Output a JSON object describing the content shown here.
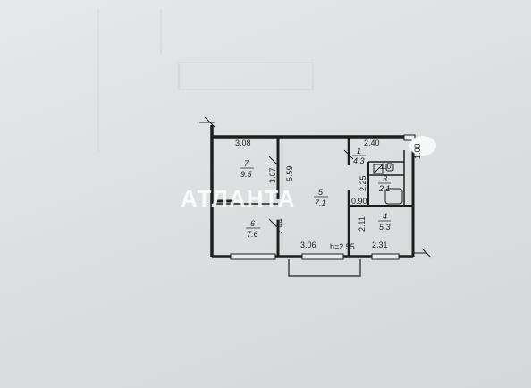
{
  "plan": {
    "watermark": "АТЛАНТА",
    "ceiling_height": "h=2.55",
    "dimensions": {
      "top_left_width": "3.08",
      "top_right_width": "2.40",
      "bottom_left_width": "3.06",
      "bottom_right_width": "2.31",
      "left_room_depth": "3.07",
      "hall_depth": "5.59",
      "lower_left_depth": "2.44",
      "bath_depth": "2.25",
      "corridor_width": "0.90",
      "service_depth": "2.11",
      "right_edge": "1.00"
    },
    "rooms": [
      {
        "number": "7",
        "area": "9.5"
      },
      {
        "number": "5",
        "area": "7.1"
      },
      {
        "number": "6",
        "area": "7.6"
      },
      {
        "number": "1",
        "area": "4.3"
      },
      {
        "number": "2",
        "area": "1.0"
      },
      {
        "number": "3",
        "area": "2.1"
      },
      {
        "number": "4",
        "area": "5.3"
      }
    ]
  }
}
